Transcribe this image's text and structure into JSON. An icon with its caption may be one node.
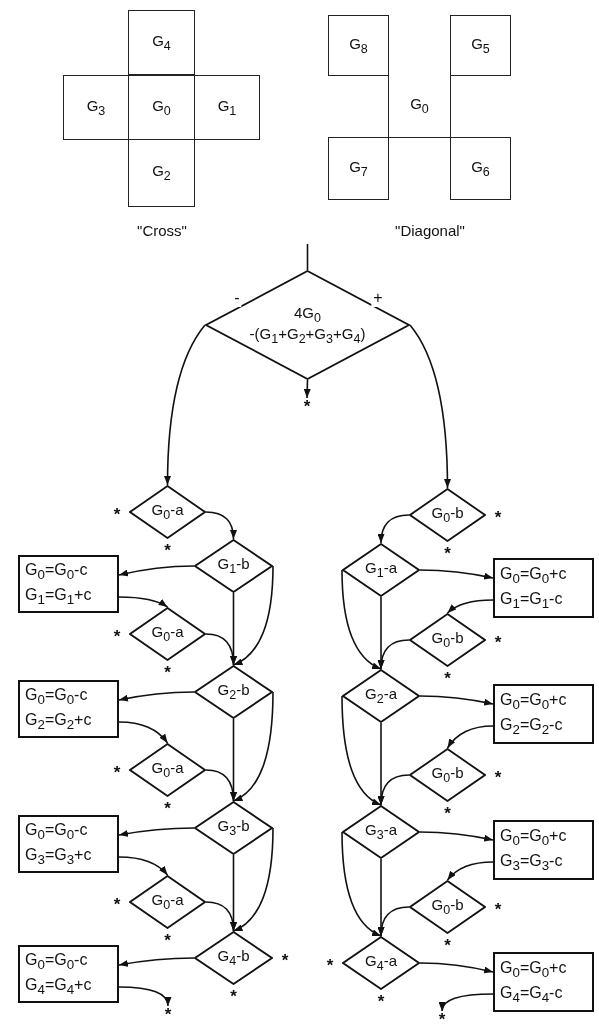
{
  "diagram": {
    "nodes": [
      {
        "text": [
          "G$_{4}$"
        ]
      },
      {
        "text": [
          "G$_{3}$"
        ]
      },
      {
        "text": [
          "G$_{0}$"
        ]
      },
      {
        "text": [
          "G$_{1}$"
        ]
      },
      {
        "text": [
          "G$_{2}$"
        ]
      },
      {
        "text": [
          "G$_{8}$"
        ]
      },
      {
        "text": [
          "G$_{5}$"
        ]
      },
      {
        "text": [
          "G$_{0}$"
        ]
      },
      {
        "text": [
          "G$_{7}$"
        ]
      },
      {
        "text": [
          "G$_{6}$"
        ]
      },
      {
        "text": [
          "4G$_{0}$",
          "-(G$_{1}$+G$_{2}$+G$_{3}$+G$_{4}$)"
        ]
      },
      {
        "text": [
          "*"
        ]
      },
      {
        "text": [
          "G$_{0}$-a"
        ],
        "beside": [
          "*",
          "*"
        ]
      },
      {
        "text": [
          "G$_{0}$-b"
        ],
        "beside": [
          "*",
          "*"
        ]
      },
      {
        "text": [
          "G$_{1}$-b"
        ]
      },
      {
        "text": [
          "G$_{1}$-a"
        ]
      },
      {
        "text": [
          "G$_{0}$=G$_{0}$-c",
          "G$_{1}$=G$_{1}$+c"
        ]
      },
      {
        "text": [
          "G$_{0}$=G$_{0}$+c",
          "G$_{1}$=G$_{1}$-c"
        ]
      },
      {
        "text": [
          "G$_{0}$-a"
        ],
        "beside": [
          "*",
          "*"
        ]
      },
      {
        "text": [
          "G$_{0}$-b"
        ],
        "beside": [
          "*",
          "*"
        ]
      },
      {
        "text": [
          "G$_{2}$-b"
        ]
      },
      {
        "text": [
          "G$_{2}$-a"
        ]
      },
      {
        "text": [
          "G$_{0}$=G$_{0}$-c",
          "G$_{2}$=G$_{2}$+c"
        ]
      },
      {
        "text": [
          "G$_{0}$=G$_{0}$+c",
          "G$_{2}$=G$_{2}$-c"
        ]
      },
      {
        "text": [
          "G$_{0}$-a"
        ],
        "beside": [
          "*",
          "*"
        ]
      },
      {
        "text": [
          "G$_{0}$-b"
        ],
        "beside": [
          "*",
          "*"
        ]
      },
      {
        "text": [
          "G$_{3}$-b"
        ]
      },
      {
        "text": [
          "G$_{3}$-a"
        ]
      },
      {
        "text": [
          "G$_{0}$=G$_{0}$-c",
          "G$_{3}$=G$_{3}$+c"
        ]
      },
      {
        "text": [
          "G$_{0}$=G$_{0}$+c",
          "G$_{3}$=G$_{3}$-c"
        ]
      },
      {
        "text": [
          "G$_{0}$-a"
        ],
        "beside": [
          "*",
          "*"
        ]
      },
      {
        "text": [
          "G$_{0}$-b"
        ],
        "beside": [
          "*",
          "*"
        ]
      },
      {
        "text": [
          "G$_{4}$-b"
        ],
        "beside": [
          "*",
          "*"
        ]
      },
      {
        "text": [
          "G$_{4}$-a"
        ],
        "beside": [
          "*",
          "*"
        ]
      },
      {
        "text": [
          "G$_{0}$=G$_{0}$-c",
          "G$_{4}$=G$_{4}$+c"
        ]
      },
      {
        "text": [
          "G$_{0}$=G$_{0}$+c",
          "G$_{4}$=G$_{4}$-c"
        ]
      },
      {
        "text": [
          "*"
        ]
      },
      {
        "text": [
          "*"
        ]
      }
    ],
    "edges": [
      {
        "from": null,
        "to": 10,
        "arrow": "none"
      },
      {
        "from": 10,
        "to": 12,
        "arrow": "to",
        "label": "-"
      },
      {
        "from": 10,
        "to": 13,
        "arrow": "to",
        "label": "+"
      },
      {
        "from": 10,
        "to": 11,
        "arrow": "to"
      },
      {
        "from": 12,
        "to": 14,
        "arrow": "to"
      },
      {
        "from": 13,
        "to": 15,
        "arrow": "to"
      },
      {
        "from": 14,
        "to": 16,
        "arrow": "to"
      },
      {
        "from": 15,
        "to": 17,
        "arrow": "to"
      },
      {
        "from": 16,
        "to": 18,
        "arrow": "to"
      },
      {
        "from": 17,
        "to": 19,
        "arrow": "to"
      },
      {
        "from": 14,
        "to": 20,
        "arrow": "to"
      },
      {
        "from": 14,
        "to": 20,
        "arrow": "to"
      },
      {
        "from": 15,
        "to": 21,
        "arrow": "to"
      },
      {
        "from": 15,
        "to": 21,
        "arrow": "to"
      },
      {
        "from": 18,
        "to": 20,
        "arrow": "to"
      },
      {
        "from": 19,
        "to": 21,
        "arrow": "to"
      },
      {
        "from": 20,
        "to": 22,
        "arrow": "to"
      },
      {
        "from": 21,
        "to": 23,
        "arrow": "to"
      },
      {
        "from": 22,
        "to": 24,
        "arrow": "to"
      },
      {
        "from": 23,
        "to": 25,
        "arrow": "to"
      },
      {
        "from": 20,
        "to": 26,
        "arrow": "to"
      },
      {
        "from": 20,
        "to": 26,
        "arrow": "to"
      },
      {
        "from": 21,
        "to": 27,
        "arrow": "to"
      },
      {
        "from": 21,
        "to": 27,
        "arrow": "to"
      },
      {
        "from": 24,
        "to": 26,
        "arrow": "to"
      },
      {
        "from": 25,
        "to": 27,
        "arrow": "to"
      },
      {
        "from": 26,
        "to": 28,
        "arrow": "to"
      },
      {
        "from": 27,
        "to": 29,
        "arrow": "to"
      },
      {
        "from": 28,
        "to": 30,
        "arrow": "to"
      },
      {
        "from": 29,
        "to": 31,
        "arrow": "to"
      },
      {
        "from": 26,
        "to": 32,
        "arrow": "to"
      },
      {
        "from": 26,
        "to": 32,
        "arrow": "to"
      },
      {
        "from": 27,
        "to": 33,
        "arrow": "to"
      },
      {
        "from": 27,
        "to": 33,
        "arrow": "to"
      },
      {
        "from": 30,
        "to": 32,
        "arrow": "to"
      },
      {
        "from": 31,
        "to": 33,
        "arrow": "to"
      },
      {
        "from": 32,
        "to": 34,
        "arrow": "to"
      },
      {
        "from": 33,
        "to": 35,
        "arrow": "to"
      },
      {
        "from": 34,
        "to": 36,
        "arrow": "to"
      },
      {
        "from": 35,
        "to": 37,
        "arrow": "to"
      }
    ],
    "labels": [
      "\"Cross\"",
      "\"Diagonal\""
    ]
  }
}
